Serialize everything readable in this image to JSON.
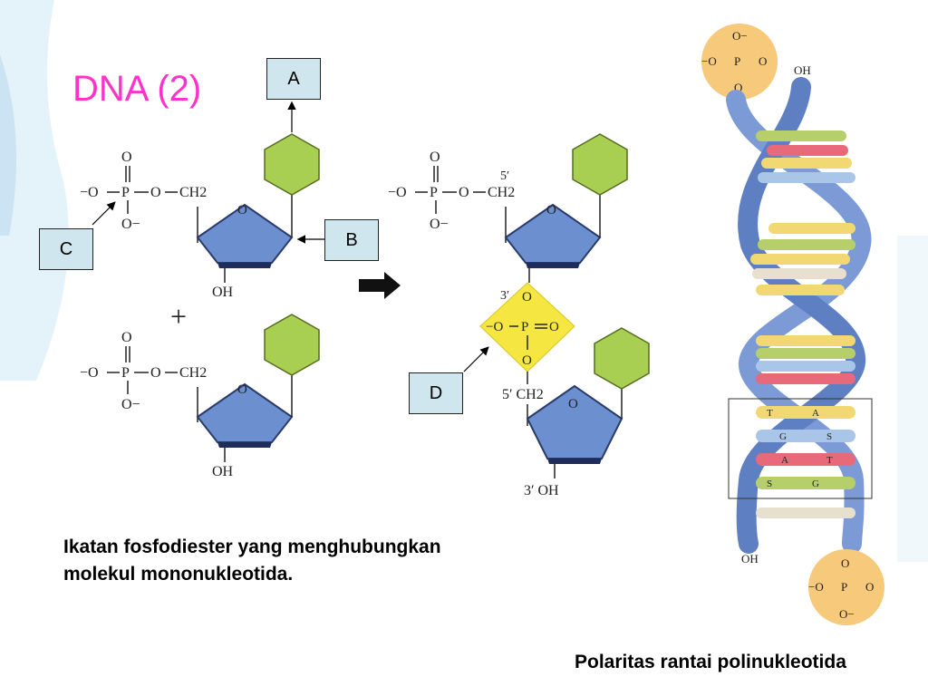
{
  "title": "DNA (2)",
  "labels": {
    "a": "A",
    "b": "B",
    "c": "C",
    "d": "D"
  },
  "chem": {
    "o_minus": "−O",
    "o_minus_sup": "O−",
    "p": "P",
    "o": "O",
    "ch2": "CH2",
    "oh": "OH",
    "ring_o": "O",
    "plus": "+",
    "five_prime": "5′",
    "three_prime": "3′",
    "five_prime_ch2": "5′ CH2",
    "three_prime_oh": "3′ OH"
  },
  "helix": {
    "top_oh": "OH",
    "bottom_oh": "OH",
    "pairs": [
      {
        "left": "T",
        "right": "A"
      },
      {
        "left": "G",
        "right": "S"
      },
      {
        "left": "A",
        "right": "T"
      },
      {
        "left": "S",
        "right": "G"
      }
    ]
  },
  "captions": {
    "left_line1": "Ikatan fosfodiester yang menghubungkan",
    "left_line2": "molekul mononukleotida.",
    "right": "Polaritas rantai polinukleotida"
  },
  "colors": {
    "title": "#ff33cc",
    "label_box": "#cfe6ee",
    "base_hexagon": "#a8cf52",
    "sugar": "#6b8fcf",
    "phosphate_diamond": "#f5e642",
    "phosphate_circle": "#f7c97a",
    "helix_strand": "#7c9bd6"
  }
}
